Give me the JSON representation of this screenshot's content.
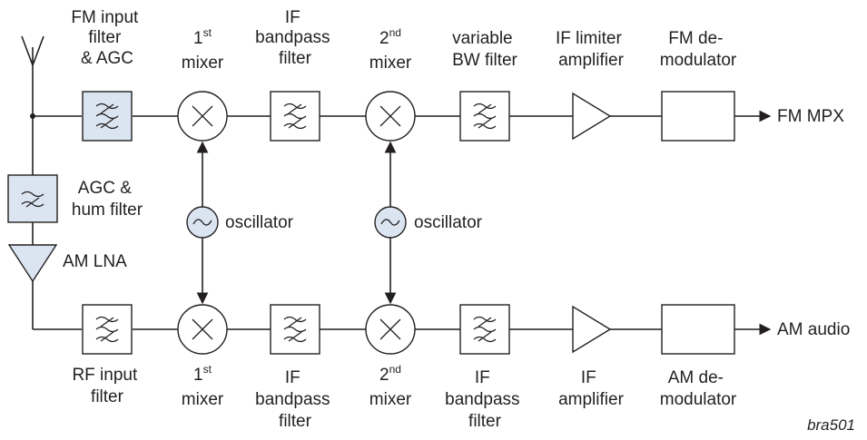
{
  "colors": {
    "line": "#231f20",
    "highlight_fill": "#dbe5f1",
    "box_fill": "#ffffff"
  },
  "top_labels": {
    "fm_input_filter": [
      "FM input",
      "filter",
      "& AGC"
    ],
    "mixer1": {
      "num": "1",
      "sup": "st",
      "word": "mixer"
    },
    "if_bandpass": [
      "IF",
      "bandpass",
      "filter"
    ],
    "mixer2": {
      "num": "2",
      "sup": "nd",
      "word": "mixer"
    },
    "variable_bw": [
      "variable",
      "BW filter"
    ],
    "if_limiter": [
      "IF limiter",
      "amplifier"
    ],
    "fm_demod": [
      "FM de-",
      "modulator"
    ]
  },
  "bottom_labels": {
    "rf_input": [
      "RF input",
      "filter"
    ],
    "mixer1": {
      "num": "1",
      "sup": "st",
      "word": "mixer"
    },
    "if_bandpass1": [
      "IF",
      "bandpass",
      "filter"
    ],
    "mixer2": {
      "num": "2",
      "sup": "nd",
      "word": "mixer"
    },
    "if_bandpass2": [
      "IF",
      "bandpass",
      "filter"
    ],
    "if_amplifier": [
      "IF",
      "amplifier"
    ],
    "am_demod": [
      "AM de-",
      "modulator"
    ]
  },
  "side_labels": {
    "agc_hum": [
      "AGC &",
      "hum filter"
    ],
    "am_lna": "AM LNA",
    "oscillator1": "oscillator",
    "oscillator2": "oscillator"
  },
  "outputs": {
    "fm": "FM MPX",
    "am": "AM audio"
  },
  "figure_tag": "bra501",
  "icons": [
    "antenna-icon",
    "bandpass-filter-icon",
    "mixer-icon",
    "oscillator-icon",
    "amplifier-icon",
    "demodulator-box",
    "arrow-icon"
  ]
}
